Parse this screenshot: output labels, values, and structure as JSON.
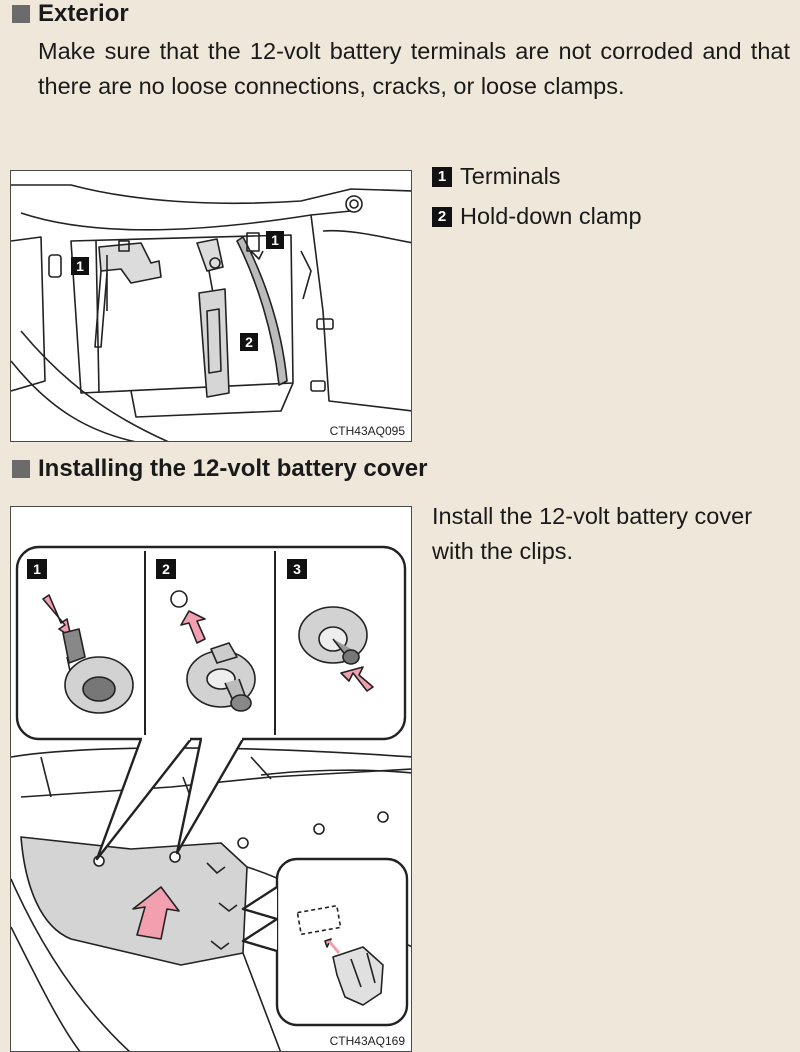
{
  "section_exterior": {
    "title": "Exterior",
    "body": "Make sure that the 12-volt battery terminals are not corroded and that there are no loose connections, cracks, or loose clamps."
  },
  "figure_1": {
    "code": "CTH43AQ095",
    "callouts": [
      "1",
      "1",
      "2"
    ]
  },
  "legend": [
    {
      "num": "1",
      "label": "Terminals"
    },
    {
      "num": "2",
      "label": "Hold-down clamp"
    }
  ],
  "section_cover": {
    "title": "Installing the 12-volt battery cover",
    "body": "Install the 12-volt battery cover with the clips."
  },
  "figure_2": {
    "code": "CTH43AQ169",
    "steps": [
      "1",
      "2",
      "3"
    ]
  },
  "colors": {
    "page_bg": "#efe8da",
    "heading_square": "#6b6b6b",
    "arrow_pink": "#f2a0b0",
    "part_gray": "#c8c8c8"
  }
}
